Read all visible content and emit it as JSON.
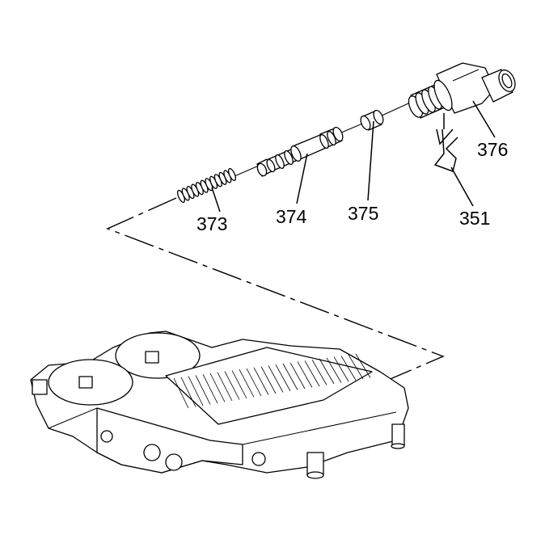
{
  "diagram": {
    "callouts": [
      {
        "id": "373",
        "label": "373"
      },
      {
        "id": "374",
        "label": "374"
      },
      {
        "id": "375",
        "label": "375"
      },
      {
        "id": "376",
        "label": "376"
      },
      {
        "id": "351",
        "label": "351"
      }
    ],
    "parts": [
      {
        "id": "spring",
        "icon": "coil-spring-icon"
      },
      {
        "id": "valve",
        "icon": "spool-valve-icon"
      },
      {
        "id": "sleeve",
        "icon": "sleeve-icon"
      },
      {
        "id": "solenoid",
        "icon": "solenoid-icon"
      },
      {
        "id": "retainer",
        "icon": "retainer-clip-icon"
      },
      {
        "id": "valve_body",
        "icon": "valve-body-icon"
      }
    ],
    "colors": {
      "line": "#000000",
      "background": "#ffffff"
    }
  }
}
